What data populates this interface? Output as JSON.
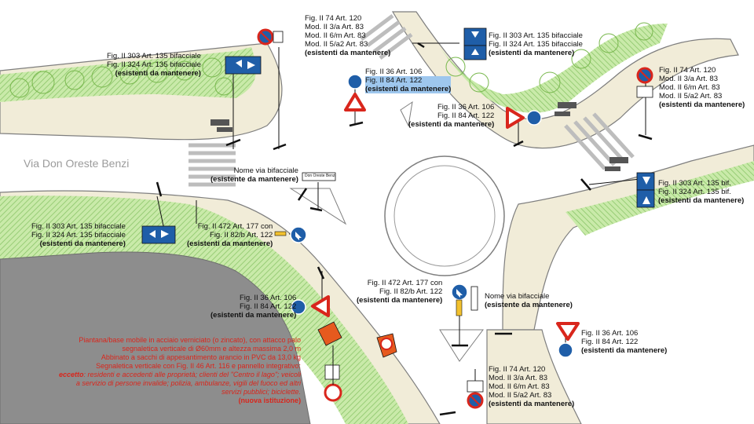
{
  "street_name": "Via Don Oreste Benzi",
  "sign_plate_text": "Don Oreste Benzi",
  "colors": {
    "green_area": "#bfe39b",
    "sidewalk": "#f1ecd8",
    "road_edge": "#7e7e7e",
    "parking_area": "#8d8d8d",
    "sign_blue": "#1f5ea8",
    "sign_red": "#d9261c",
    "note_red": "#d9261c"
  },
  "labels": {
    "top_left_sign": {
      "l1": "Fig. II 303 Art. 135 bifacciale",
      "l2": "Fig. II 324 Art. 135 bifacciale",
      "l3": "(esistenti da mantenere)"
    },
    "top_center_sign": {
      "l1": "Fig. II 74 Art. 120",
      "l2": "Mod. II 3/a Art. 83",
      "l3": "Mod. II 6/m Art. 83",
      "l4": "Mod. II 5/a2 Art. 83",
      "l5": "(esistenti da mantenere)"
    },
    "top_right_sign": {
      "l1": "Fig. II 303 Art. 135 bifacciale",
      "l2": "Fig. II 324 Art. 135 bifacciale",
      "l3": "(esistenti da mantenere)"
    },
    "center_yield_sign": {
      "l1": "Fig. II 36 Art. 106",
      "l2": "Fig. II 84 Art. 122",
      "l3": "(esistenti da mantenere)"
    },
    "right_yield_sign": {
      "l1": "Fig. II 36 Art. 106",
      "l2": "Fig. II 84 Art. 122",
      "l3": "(esistenti da mantenere)"
    },
    "far_right_top_sign": {
      "l1": "Fig. II 74 Art. 120",
      "l2": "Mod. II 3/a Art. 83",
      "l3": "Mod. II 6/m Art. 83",
      "l4": "Mod. II 5/a2 Art. 83",
      "l5": "(esistenti da mantenere)"
    },
    "far_right_mid_sign": {
      "l1": "Fig. II 303 Art. 135 bif.",
      "l2": "Fig. II 324 Art. 135 bif.",
      "l3": "(esistenti da mantenere)"
    },
    "street_name_sign": {
      "l1": "Nome via bifacciale",
      "l2": "(esistente da mantenere)"
    },
    "left_mid_sign": {
      "l1": "Fig. II 303 Art. 135 bifacciale",
      "l2": "Fig. II 324 Art. 135 bifacciale",
      "l3": "(esistenti da mantenere)"
    },
    "left_keep_right_sign": {
      "l1": "Fig. II 472 Art. 177 con",
      "l2": "Fig. II 82/b Art. 122",
      "l3": "(esistenti da mantenere)"
    },
    "lower_left_yield_sign": {
      "l1": "Fig. II 36 Art. 106",
      "l2": "Fig. II 84 Art. 122",
      "l3": "(esistenti da mantenere)"
    },
    "lower_center_keep_right_sign": {
      "l1": "Fig. II 472 Art. 177 con",
      "l2": "Fig. II 82/b Art. 122",
      "l3": "(esistenti da mantenere)"
    },
    "lower_street_name_sign": {
      "l1": "Nome via bifacciale",
      "l2": "(esistente da mantenere)"
    },
    "lower_right_yield_sign": {
      "l1": "Fig. II 36 Art. 106",
      "l2": "Fig. II 84 Art. 122",
      "l3": "(esistenti da mantenere)"
    },
    "bottom_sign": {
      "l1": "Fig. II 74 Art. 120",
      "l2": "Mod. II 3/a Art. 83",
      "l3": "Mod. II 6/m Art. 83",
      "l4": "Mod. II 5/a2 Art. 83",
      "l5": "(esistenti da mantenere)"
    }
  },
  "new_sign_note": {
    "l1": "Piantana/base mobile in acciaio verniciato (o zincato), con attacco palo",
    "l2": "segnaletica verticale di Ø60mm e altezza massima 2,0 m",
    "l3": "Abbinato a sacchi di appesantimento arancio in PVC da 13,0 kg",
    "l4": "Segnaletica verticale con Fig. II 46 Art. 116 e pannello integrativo:",
    "l5_em": "eccetto",
    "l5_rest": ": residenti e accedenti alle proprietà; clienti del \"Centro il lago\"; veicoli",
    "l6": "a servizio di persone invalide;  polizia, ambulanze, vigili del fuoco ed altri",
    "l7": "servizi pubblici; biciclette.",
    "l8": "(nuova istituzione)"
  }
}
